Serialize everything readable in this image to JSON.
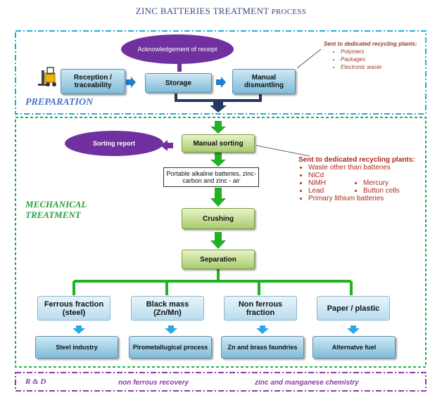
{
  "title": {
    "main": "ZINC BATTERIES TREATMENT",
    "tail": " PROCESS"
  },
  "preparation": {
    "label": "PREPARATION",
    "reception": "Reception / traceability",
    "storage": "Storage",
    "dismantling": "Manual dismantling",
    "acknowledgement": "Acknowledgement of receipt",
    "sent_title": "Sent to dedicated recycling plants:",
    "sent_items": [
      "Polymers",
      "Packages",
      "Electronic waste"
    ]
  },
  "mechanical": {
    "label_line1": "MECHANICAL",
    "label_line2": "TREATMENT",
    "manual_sorting": "Manual sorting",
    "sorting_report": "Sorting report",
    "portable": "Portable alkaline batteries, zinc- carbon and zinc - air",
    "sent_title": "Sent to dedicated recycling plants:",
    "sent_left": [
      "Waste other than batteries",
      "NiCd",
      "NiMH",
      "Lead",
      "Primary lithium batteries"
    ],
    "sent_right": [
      "Mercury",
      "Button cells"
    ],
    "crushing": "Crushing",
    "separation": "Separation",
    "fractions": [
      "Ferrous fraction (steel)",
      "Black mass (Zn/Mn)",
      "Non ferrous fraction",
      "Paper / plastic"
    ],
    "outputs": [
      "Steel industry",
      "Pirometallugical process",
      "Zn and brass faundries",
      "Alternatve fuel"
    ]
  },
  "rd": {
    "label": "R & D",
    "item1": "non ferrous recovery",
    "item2": "zinc and manganese chemistry"
  },
  "colors": {
    "blue_box": "#7fbcd8",
    "green_box": "#a9cc6e",
    "purple": "#7030a0",
    "arrow_blue": "#1f7fd0",
    "arrow_green": "#22b024",
    "dark_arrow": "#23375f"
  }
}
